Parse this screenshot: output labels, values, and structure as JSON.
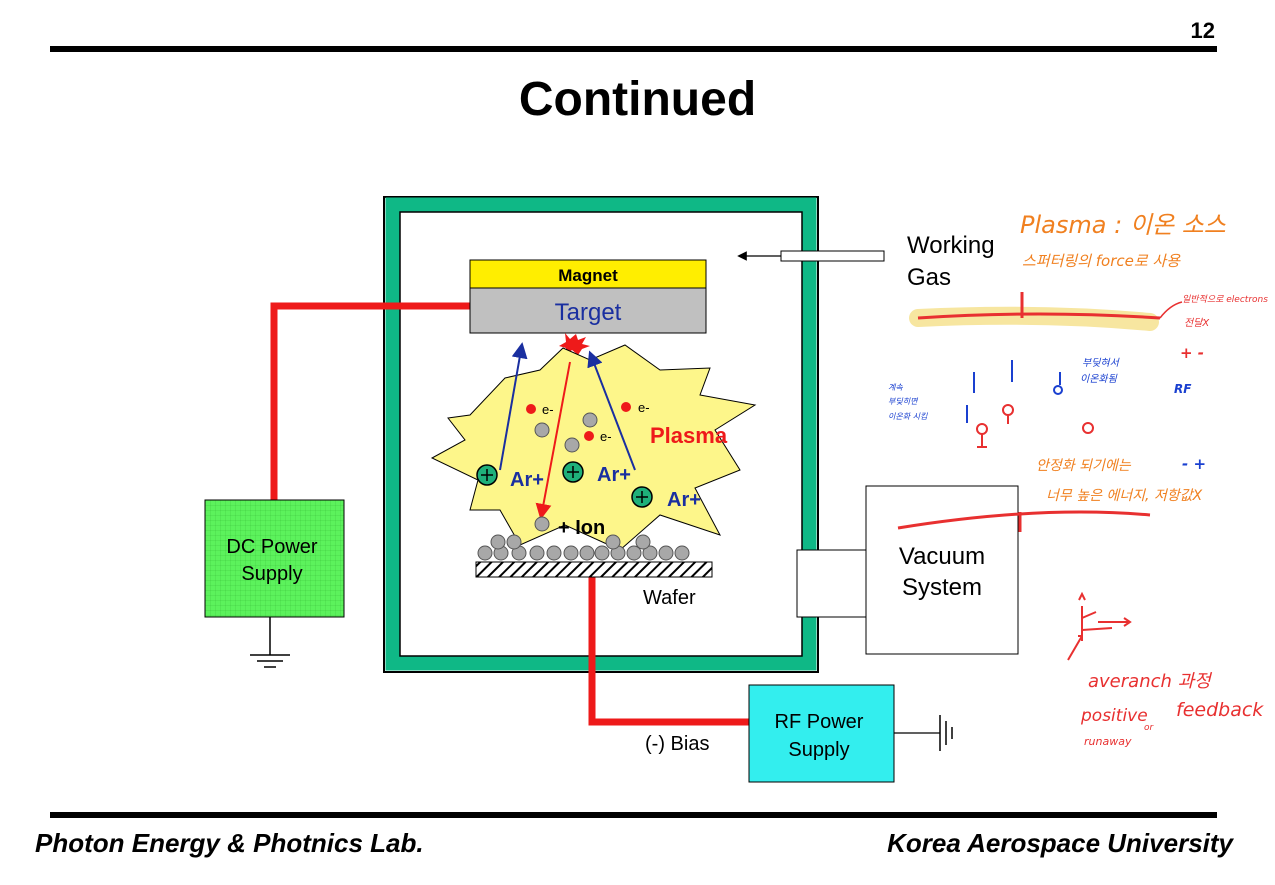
{
  "page_number": "12",
  "title": "Continued",
  "footer": {
    "left": "Photon Energy & Photnics Lab.",
    "right": "Korea Aerospace University"
  },
  "diagram": {
    "magnet": "Magnet",
    "target": "Target",
    "plasma": "Plasma",
    "electron": "e-",
    "argon_ion": "Ar+",
    "ion": "+ Ion",
    "wafer": "Wafer",
    "dc_power_line1": "DC Power",
    "dc_power_line2": "Supply",
    "rf_power_line1": "RF Power",
    "rf_power_line2": "Supply",
    "vacuum_line1": "Vacuum",
    "vacuum_line2": "System",
    "gas_line1": "Working",
    "gas_line2": "Gas",
    "bias": "(-) Bias"
  },
  "annotations": {
    "plasma_note_line1": "Plasma : 이온 소스",
    "plasma_note_line2": "스퍼터링의 force로 사용",
    "electron_note_line1": "일반적으로 electrons",
    "electron_note_line2": "전달X",
    "plus_minus_1": "+ -",
    "rf": "RF",
    "left_note_line1": "계속",
    "left_note_line2": "부딪히면",
    "left_note_line3": "이온화 시킴",
    "mid_note_line1": "부딪혀서",
    "mid_note_line2": "이온화됨",
    "stable_note_line1": "안정화 되기에는",
    "stable_note_line2": "너무 높은 에너지, 저항값X",
    "minus_plus": "- +",
    "avalanche": "averanch 과정",
    "positive": "positive",
    "or": "or",
    "feedback": "feedback",
    "runaway": "runaway"
  },
  "colors": {
    "chamber_wall": "#0fb886",
    "wire": "#ee1a1a",
    "magnet": "#ffee00",
    "target": "#c0c0c0",
    "plasma": "#fdf68a",
    "dc_supply": "#5cf25c",
    "rf_supply": "#33eeee",
    "handwriting_orange": "#f08020",
    "handwriting_red": "#e83030",
    "handwriting_blue": "#1a40d0"
  }
}
